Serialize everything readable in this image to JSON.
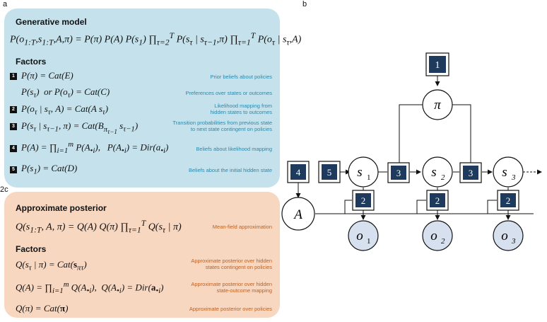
{
  "panel_a": {
    "letter": "a",
    "title": "Generative model",
    "equation": "P(o₁:T, s₁:T, A, π) = P(π) P(A) P(s₁) ∏τ=2..T P(sτ | sτ−1, π) ∏τ=1..T P(oτ | sτ, A)",
    "factors_title": "Factors",
    "factors": [
      {
        "badge": "1",
        "formula": "P(π) = Cat(E)",
        "desc": "Prior beliefs about policies"
      },
      {
        "badge": "",
        "formula": "P(sτ)  or  P(oτ) = Cat(C)",
        "desc": "Preferences over states or outcomes"
      },
      {
        "badge": "2",
        "formula": "P(oτ | sτ, A) = Cat(A sτ)",
        "desc": "Likelihood mapping from\nhidden states to outcomes"
      },
      {
        "badge": "3",
        "formula": "P(sτ | sτ−1, π) = Cat(Bπτ−1 sτ−1)",
        "desc": "Transition probabilities from previous state\nto next state contingent on policies"
      },
      {
        "badge": "4",
        "formula": "P(A) = ∏ P(A•i),   P(A•i) = Dir(a•i)",
        "desc": "Beliefs about likelihood mapping"
      },
      {
        "badge": "5",
        "formula": "P(s₁) = Cat(D)",
        "desc": "Beliefs about the initial hidden state"
      }
    ]
  },
  "panel_c": {
    "letter": "c",
    "title": "Approximate posterior",
    "equation": "Q(s₁:T, A, π) = Q(A) Q(π) ∏τ=1..T Q(sτ | π)",
    "equation_desc": "Mean-field approximation",
    "factors_title": "Factors",
    "factors": [
      {
        "formula": "Q(sτ | π) = Cat(sπτ)",
        "desc": "Approximate posterior over hidden\nstates contingent on policies"
      },
      {
        "formula": "Q(A) = ∏ Q(A•i),  Q(A•i) = Dir(a•i)",
        "desc": "Approximate posterior over hidden\nstate-outcome mapping"
      },
      {
        "formula": "Q(π) = Cat(π)",
        "desc": "Approximate posterior over policies"
      }
    ]
  },
  "panel_b": {
    "letter": "b",
    "policy_node": "π",
    "likelihood_node": "A",
    "state_nodes": [
      {
        "name": "s",
        "sub": "1"
      },
      {
        "name": "s",
        "sub": "2"
      },
      {
        "name": "s",
        "sub": "3"
      }
    ],
    "outcome_nodes": [
      {
        "name": "o",
        "sub": "1"
      },
      {
        "name": "o",
        "sub": "2"
      },
      {
        "name": "o",
        "sub": "3"
      }
    ],
    "factor_boxes": {
      "policy_prior": "1",
      "likelihood": "2",
      "transition": "3",
      "likelihood_prior": "4",
      "initial_state": "5"
    }
  },
  "colors": {
    "panel_a_bg": "#c5e2ec",
    "panel_c_bg": "#f7d7c0",
    "factor_box": "#1e3a5c",
    "outcome_fill": "#d6e0ef",
    "desc_blue": "#2a88ac",
    "desc_orange": "#c0601e"
  }
}
